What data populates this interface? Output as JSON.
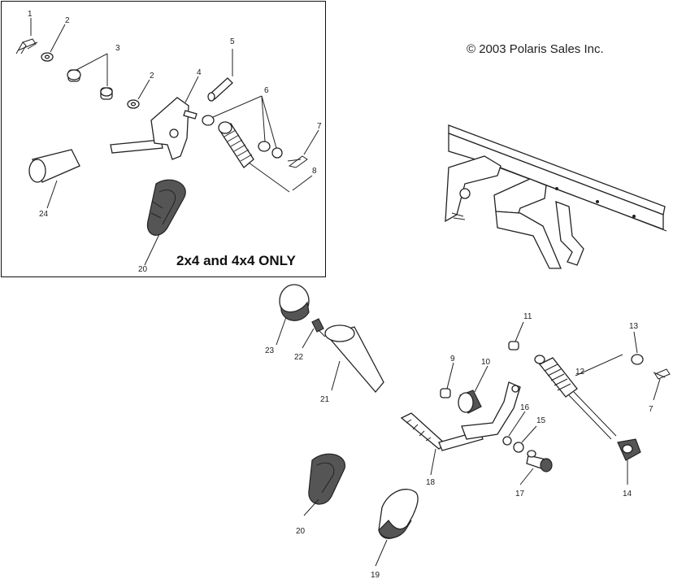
{
  "diagram": {
    "copyright": "© 2003 Polaris Sales Inc.",
    "inset_caption": "2x4 and 4x4 ONLY",
    "callouts": {
      "c1": "1",
      "c2a": "2",
      "c2b": "2",
      "c3": "3",
      "c4": "4",
      "c5": "5",
      "c6": "6",
      "c7a": "7",
      "c8": "8",
      "c24": "24",
      "c20a": "20",
      "c23": "23",
      "c22": "22",
      "c21": "21",
      "c11": "11",
      "c9": "9",
      "c10": "10",
      "c12": "12",
      "c13": "13",
      "c7b": "7",
      "c16": "16",
      "c15": "15",
      "c18": "18",
      "c17": "17",
      "c14": "14",
      "c20b": "20",
      "c19": "19"
    }
  }
}
